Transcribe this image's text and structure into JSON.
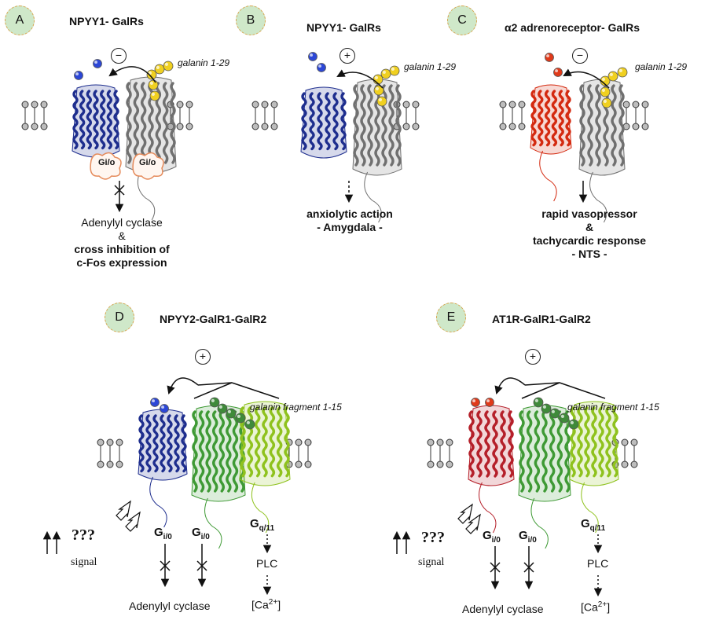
{
  "panels": [
    {
      "id": "A",
      "title": "NPYY1- GalRs",
      "sign": "−",
      "ligand": "galanin 1-29",
      "gprotein_labels": [
        "Gi/o",
        "Gi/o"
      ],
      "output_lines": [
        "Adenylyl cyclase",
        "&",
        "cross inhibition of",
        "c-Fos expression"
      ]
    },
    {
      "id": "B",
      "title": "NPYY1- GalRs",
      "sign": "+",
      "ligand": "galanin 1-29",
      "output_lines": [
        "anxiolytic action",
        "- Amygdala -"
      ]
    },
    {
      "id": "C",
      "title": "α2 adrenoreceptor- GalRs",
      "sign": "−",
      "ligand": "galanin 1-29",
      "output_lines": [
        "rapid vasopressor",
        "&",
        "tachycardic response",
        "- NTS -"
      ]
    },
    {
      "id": "D",
      "title": "NPYY2-GalR1-GalR2",
      "sign": "+",
      "ligand": "galanin fragment 1-15",
      "unknown": "???",
      "signal": "signal",
      "g_i": "G",
      "g_i_sub": "i/0",
      "g_q": "G",
      "g_q_sub": "q/11",
      "plc": "PLC",
      "adenylyl": "Adenylyl cyclase",
      "ca": "[Ca",
      "ca_sup": "2+",
      "ca_end": "]"
    },
    {
      "id": "E",
      "title": "AT1R-GalR1-GalR2",
      "sign": "+",
      "ligand": "galanin fragment 1-15",
      "unknown": "???",
      "signal": "signal",
      "g_i": "G",
      "g_i_sub": "i/0",
      "g_q": "G",
      "g_q_sub": "q/11",
      "plc": "PLC",
      "adenylyl": "Adenylyl cyclase",
      "ca": "[Ca",
      "ca_sup": "2+",
      "ca_end": "]"
    }
  ],
  "colors": {
    "npy_blue": "#1e2e8e",
    "alpha2_red": "#d42a10",
    "at1r_red": "#b5202a",
    "galr_grey": "#707070",
    "galr1_green": "#3f9a35",
    "galr2_lime": "#8fc21e",
    "galanin_yellow": "#f0d020",
    "fragment_green": "#3f8a3a",
    "label_circle": "#cfe8c9",
    "gprotein_outline": "#e58a5a"
  }
}
